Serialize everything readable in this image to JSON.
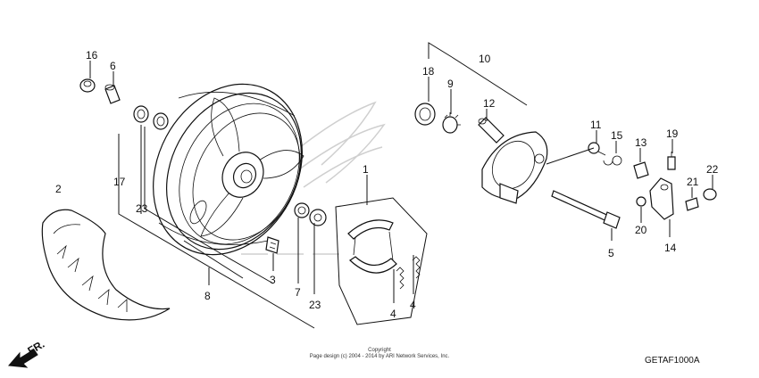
{
  "callouts": [
    {
      "id": "c16",
      "text": "16"
    },
    {
      "id": "c6",
      "text": "6"
    },
    {
      "id": "c17",
      "text": "17"
    },
    {
      "id": "c23a",
      "text": "23"
    },
    {
      "id": "c2",
      "text": "2"
    },
    {
      "id": "c8",
      "text": "8"
    },
    {
      "id": "c3",
      "text": "3"
    },
    {
      "id": "c7",
      "text": "7"
    },
    {
      "id": "c23b",
      "text": "23"
    },
    {
      "id": "c1",
      "text": "1"
    },
    {
      "id": "c4a",
      "text": "4"
    },
    {
      "id": "c4b",
      "text": "4"
    },
    {
      "id": "c18",
      "text": "18"
    },
    {
      "id": "c9",
      "text": "9"
    },
    {
      "id": "c10",
      "text": "10"
    },
    {
      "id": "c12",
      "text": "12"
    },
    {
      "id": "c11",
      "text": "11"
    },
    {
      "id": "c15",
      "text": "15"
    },
    {
      "id": "c13",
      "text": "13"
    },
    {
      "id": "c19",
      "text": "19"
    },
    {
      "id": "c22",
      "text": "22"
    },
    {
      "id": "c21",
      "text": "21"
    },
    {
      "id": "c20",
      "text": "20"
    },
    {
      "id": "c14",
      "text": "14"
    },
    {
      "id": "c5",
      "text": "5"
    }
  ],
  "direction_label": "FR.",
  "copyright_line1": "Copyright",
  "copyright_line2": "Page design (c) 2004 - 2014 by ARI Network Services, Inc.",
  "diagram_code": "GETAF1000A"
}
